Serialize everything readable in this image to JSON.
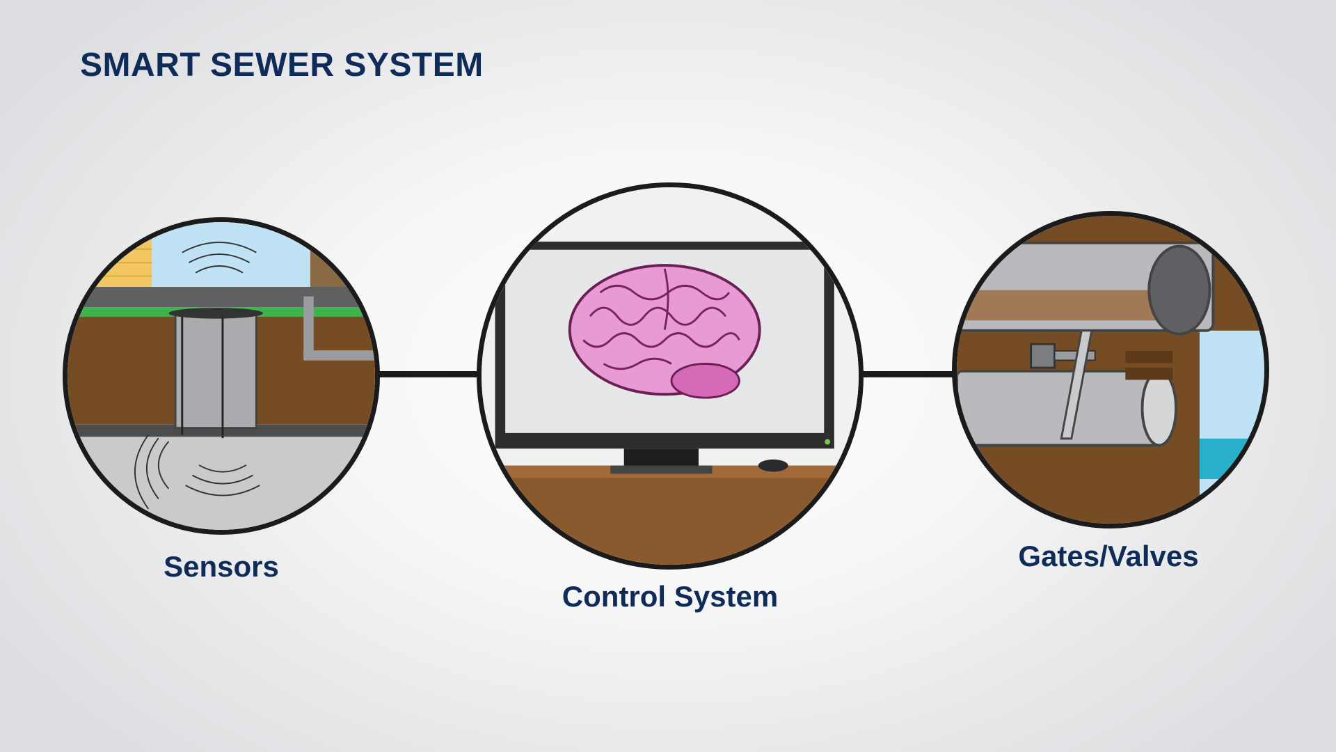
{
  "diagram": {
    "title": "SMART SEWER SYSTEM",
    "nodes": [
      {
        "id": "sensors",
        "label": "Sensors",
        "icon": "sensor-manhole-icon"
      },
      {
        "id": "control",
        "label": "Control System",
        "icon": "brain-monitor-icon"
      },
      {
        "id": "gates",
        "label": "Gates/Valves",
        "icon": "pipe-valve-icon"
      }
    ],
    "colors": {
      "title": "#0f2b57",
      "outline": "#1b1b1b",
      "soil": "#754c24",
      "grass": "#3bb54a",
      "sky": "#bfe3f5",
      "pipe": "#b8babd",
      "brain": "#e89bd2"
    }
  }
}
